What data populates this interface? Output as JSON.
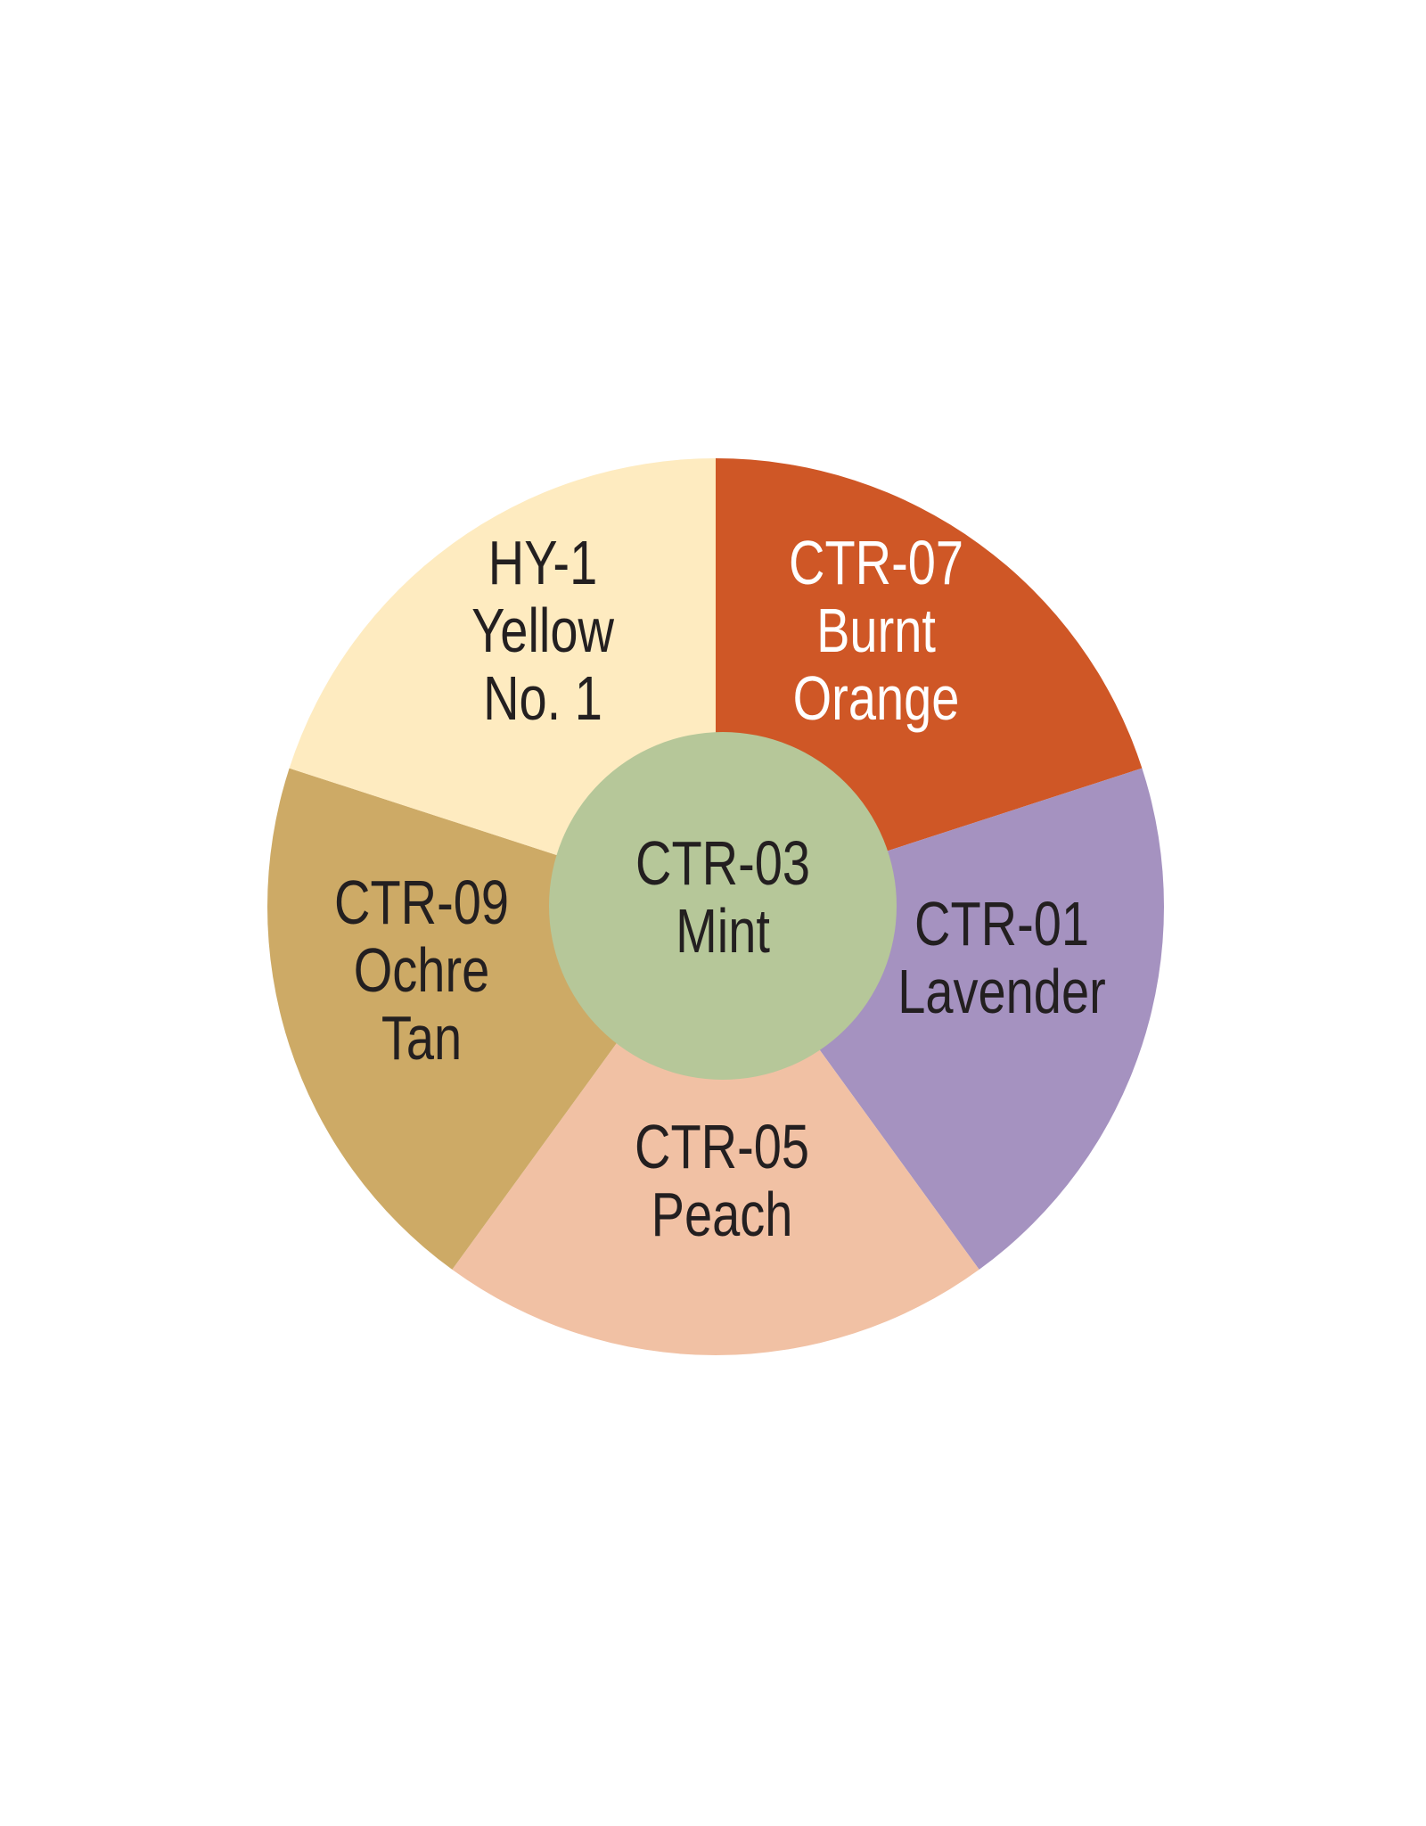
{
  "wheel": {
    "segments": [
      {
        "code": "CTR-07",
        "name_lines": [
          "Burnt",
          "Orange"
        ],
        "color": "#CF5726",
        "text_color": "#FFFFFF"
      },
      {
        "code": "CTR-01",
        "name_lines": [
          "Lavender"
        ],
        "color": "#A592C0",
        "text_color": "#231F20"
      },
      {
        "code": "CTR-05",
        "name_lines": [
          "Peach"
        ],
        "color": "#F1C1A4",
        "text_color": "#231F20"
      },
      {
        "code": "CTR-09",
        "name_lines": [
          "Ochre",
          "Tan"
        ],
        "color": "#CDAA66",
        "text_color": "#231F20"
      },
      {
        "code": "HY-1",
        "name_lines": [
          "Yellow",
          "No. 1"
        ],
        "color": "#FEEBC0",
        "text_color": "#231F20"
      }
    ],
    "center": {
      "code": "CTR-03",
      "name_lines": [
        "Mint"
      ],
      "color": "#B6C799",
      "text_color": "#231F20"
    }
  }
}
